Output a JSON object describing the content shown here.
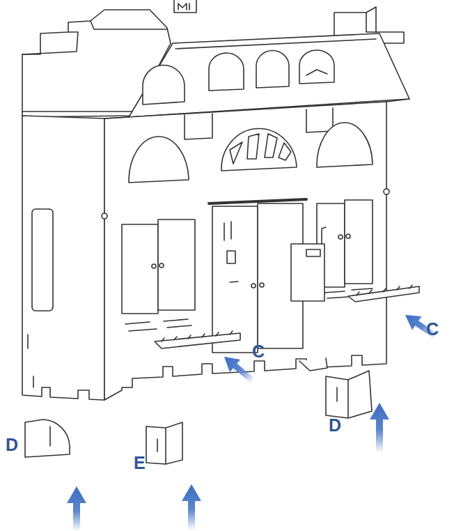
{
  "diagram": {
    "labels": [
      "C",
      "C",
      "D",
      "D",
      "E"
    ]
  }
}
